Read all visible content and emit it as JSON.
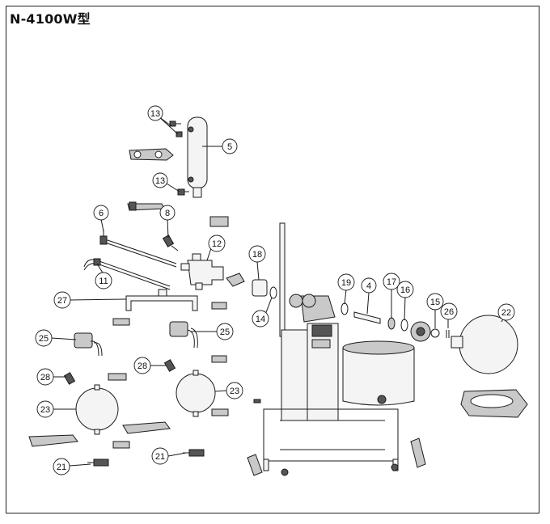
{
  "title": "N-4100W型",
  "callouts": [
    {
      "id": "c13a",
      "label": "13"
    },
    {
      "id": "c5",
      "label": "5"
    },
    {
      "id": "c13b",
      "label": "13"
    },
    {
      "id": "c6",
      "label": "6"
    },
    {
      "id": "c8",
      "label": "8"
    },
    {
      "id": "c12",
      "label": "12"
    },
    {
      "id": "c11",
      "label": "11"
    },
    {
      "id": "c27",
      "label": "27"
    },
    {
      "id": "c25a",
      "label": "25"
    },
    {
      "id": "c25b",
      "label": "25"
    },
    {
      "id": "c28a",
      "label": "28"
    },
    {
      "id": "c28b",
      "label": "28"
    },
    {
      "id": "c23a",
      "label": "23"
    },
    {
      "id": "c23b",
      "label": "23"
    },
    {
      "id": "c21a",
      "label": "21"
    },
    {
      "id": "c21b",
      "label": "21"
    },
    {
      "id": "c18",
      "label": "18"
    },
    {
      "id": "c14",
      "label": "14"
    },
    {
      "id": "c19",
      "label": "19"
    },
    {
      "id": "c4",
      "label": "4"
    },
    {
      "id": "c17",
      "label": "17"
    },
    {
      "id": "c16",
      "label": "16"
    },
    {
      "id": "c15",
      "label": "15"
    },
    {
      "id": "c26",
      "label": "26"
    },
    {
      "id": "c22",
      "label": "22"
    }
  ],
  "colors": {
    "line": "#1a1a1a",
    "fill_light": "#f2f2f2",
    "fill_mid": "#c8c8c8",
    "fill_dark": "#555555"
  }
}
